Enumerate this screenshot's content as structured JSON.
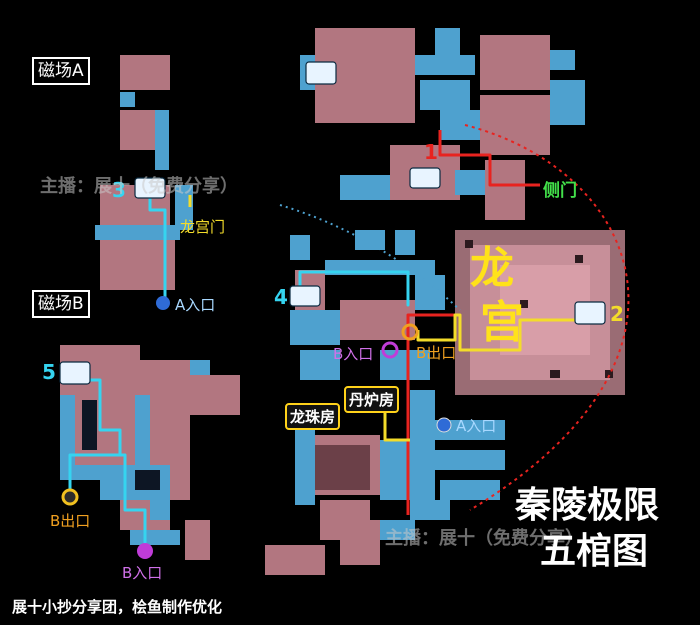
{
  "zones": {
    "a_label": "磁场A",
    "b_label": "磁场B"
  },
  "palace": {
    "char1": "龙",
    "char2": "宫"
  },
  "markers": {
    "m1": "1",
    "m2": "2",
    "m3": "3",
    "m4": "4",
    "m5": "5"
  },
  "labels": {
    "side_door": "侧门",
    "dragon_gate": "龙宫门",
    "a_entry_left": "A入口",
    "a_entry_right": "A入口",
    "b_entry_mid": "B入口",
    "b_exit_mid": "B出口",
    "b_exit_left": "B出口",
    "b_entry_bottom": "B入口",
    "dragon_pearl_room": "龙珠房",
    "alchemy_room": "丹炉房"
  },
  "watermarks": {
    "top": "主播：展十（免费分享）",
    "bottom": "主播：展十（免费分享）"
  },
  "title": {
    "line1": "秦陵极限",
    "line2": "五棺图"
  },
  "footer": "展十小抄分享团，桧鱼制作优化",
  "colors": {
    "room": "#b27680",
    "corridor": "#4ea1cf",
    "cyan": "#35d4f0",
    "yellow": "#f3dc2a",
    "red": "#e8231f",
    "green": "#42e04a"
  }
}
